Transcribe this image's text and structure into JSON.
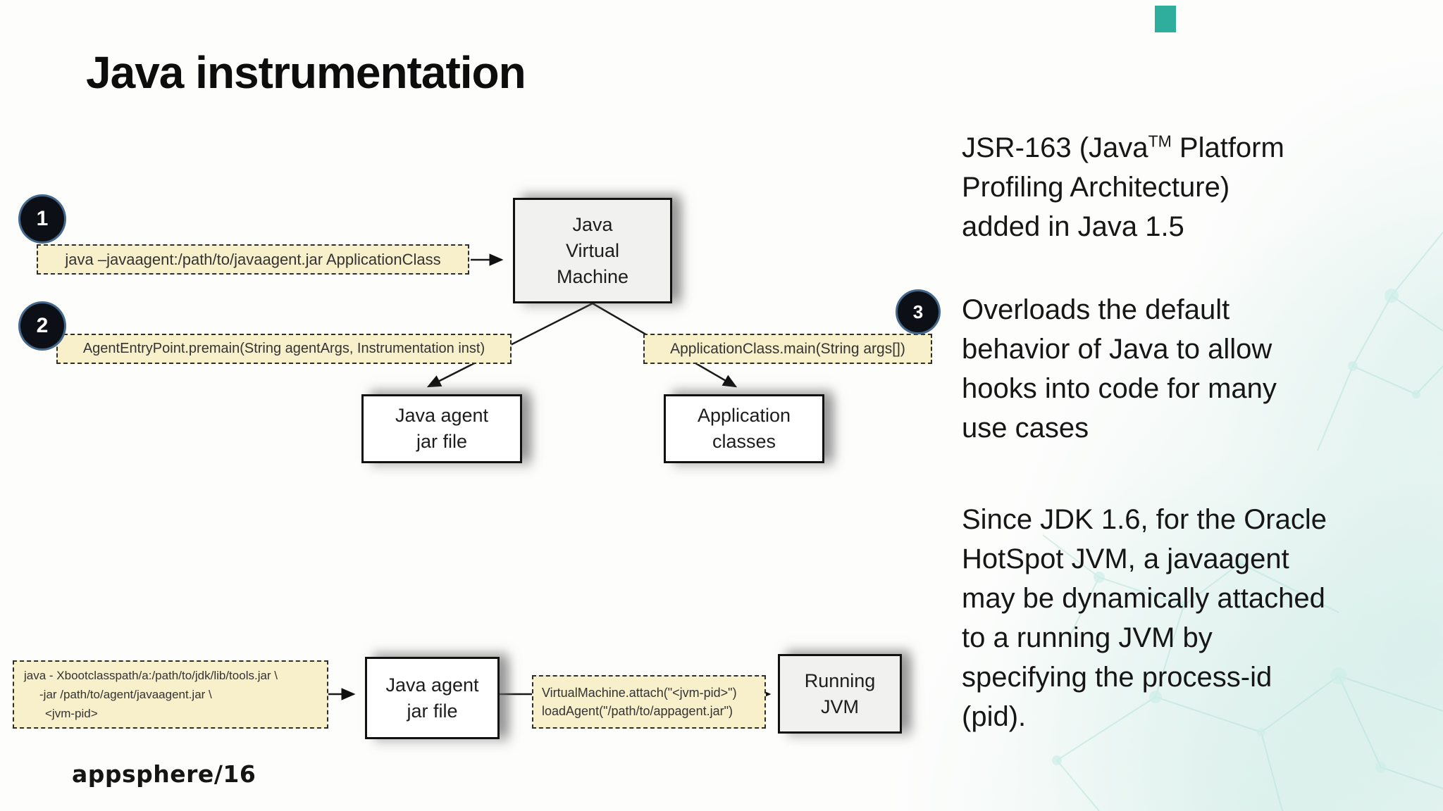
{
  "slide": {
    "title": "Java instrumentation",
    "footer_logo": "appsphere",
    "footer_logo_suffix": "/16",
    "accent_color": "#2fae9e"
  },
  "steps": {
    "n1": "1",
    "n2": "2",
    "n3": "3"
  },
  "diagram_top": {
    "launch_command": "java –javaagent:/path/to/javaagent.jar ApplicationClass",
    "premain_code": "AgentEntryPoint.premain(String agentArgs, Instrumentation inst)",
    "main_code": "ApplicationClass.main(String args[])",
    "jvm_box": {
      "l1": "Java",
      "l2": "Virtual",
      "l3": "Machine"
    },
    "agent_box": {
      "l1": "Java agent",
      "l2": "jar file"
    },
    "app_box": {
      "l1": "Application",
      "l2": "classes"
    }
  },
  "diagram_bottom": {
    "attach_command": {
      "l1": "java - Xbootclasspath/a:/path/to/jdk/lib/tools.jar  \\",
      "l2": "-jar /path/to/agent/javaagent.jar  \\",
      "l3": "<jvm-pid>"
    },
    "agent_box": {
      "l1": "Java agent",
      "l2": "jar file"
    },
    "attach_code": {
      "l1": "VirtualMachine.attach(\"<jvm-pid>\")",
      "l2": "loadAgent(\"/path/to/appagent.jar\")"
    },
    "running_box": {
      "l1": "Running",
      "l2": "JVM"
    }
  },
  "right_column": {
    "p1": {
      "l1a": "JSR-163 (Java",
      "l1_sup": "TM",
      "l1b": " Platform",
      "l2": "Profiling Architecture)",
      "l3": "added in Java 1.5"
    },
    "p2": {
      "l1": "Overloads the default",
      "l2": "behavior of Java to allow",
      "l3": "hooks into code for many",
      "l4": "use cases"
    },
    "p3": {
      "l1": "Since JDK 1.6, for the Oracle",
      "l2": "HotSpot JVM, a javaagent",
      "l3": "may be dynamically attached",
      "l4": "to a running JVM by",
      "l5": "specifying the process-id",
      "l6": "(pid)."
    }
  }
}
